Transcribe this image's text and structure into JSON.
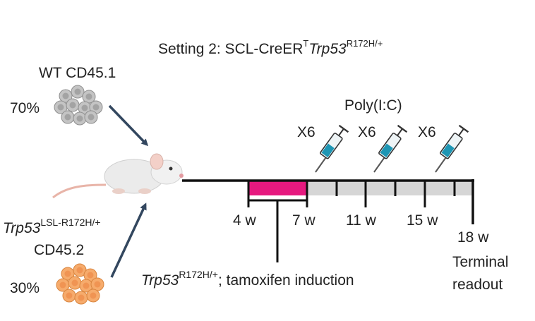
{
  "title": {
    "prefix": "Setting 2: SCL-CreER",
    "sup_t": "T",
    "gene": "Trp53",
    "allele": "R172H/+"
  },
  "donors": [
    {
      "name": "WT CD45.1",
      "percent": "70%",
      "cell_color": "#bdbdbd"
    },
    {
      "gene": "Trp53",
      "allele": "LSL-R172H/+",
      "marker": "CD45.2",
      "percent": "30%",
      "cell_color": "#f6ab6c"
    }
  ],
  "treatment": {
    "label": "Poly(I:C)",
    "injections": [
      "X6",
      "X6",
      "X6"
    ],
    "syringe_fluid_color": "#1e96b4"
  },
  "timeline": {
    "weeks": [
      "4 w",
      "7 w",
      "11 w",
      "15 w"
    ],
    "end_week": "18 w",
    "end_label_line1": "Terminal",
    "end_label_line2": "readout",
    "induction_color": "#e6197f",
    "post_color": "#d6d6d6"
  },
  "induction_note": {
    "gene": "Trp53",
    "allele": "R172H/+",
    "text": "; tamoxifen induction"
  },
  "colors": {
    "arrow": "#33475f",
    "line": "#111111"
  }
}
